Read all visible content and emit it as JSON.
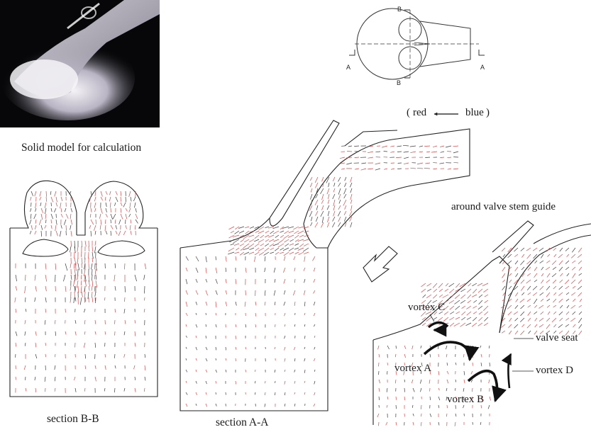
{
  "photo": {
    "caption": "Solid model for calculation"
  },
  "key_diagram": {
    "section_marks": [
      "A",
      "A",
      "B",
      "B"
    ]
  },
  "legend": {
    "from": "red",
    "to": "blue",
    "text": "( red ← blue )"
  },
  "panels": {
    "section_bb": {
      "caption": "section B-B"
    },
    "section_aa": {
      "caption": "section A-A"
    },
    "zoom": {
      "title": "around valve stem guide"
    }
  },
  "annotations": {
    "vortex_c": "vortex C",
    "vortex_a": "vortex A",
    "vortex_b": "vortex B",
    "vortex_d": "vortex D",
    "valve_seat": "valve seat"
  },
  "colors": {
    "vector_red": "#d94545",
    "vector_dark": "#3a3a3a",
    "outline": "#222222",
    "vortex_arrow": "#111111"
  }
}
